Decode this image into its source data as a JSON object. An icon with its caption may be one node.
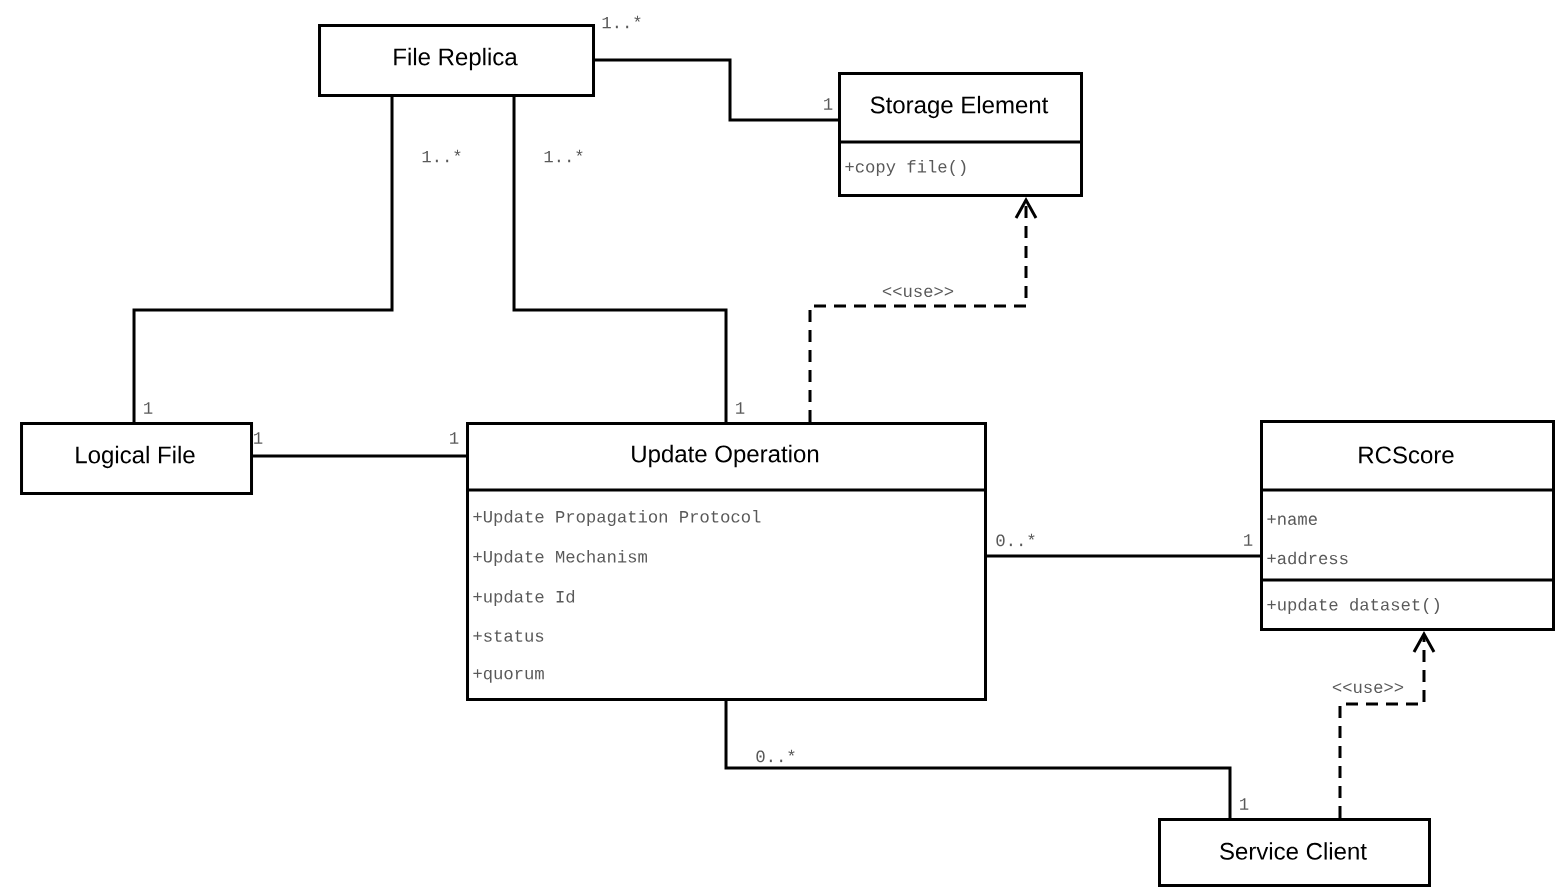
{
  "diagram": {
    "nodes": [
      {
        "text": [
          "File Replica"
        ]
      },
      {
        "text": [
          "Storage Element",
          "+copy file()"
        ]
      },
      {
        "text": [
          "Logical File"
        ]
      },
      {
        "text": [
          "Update Operation",
          "+Update Propagation Protocol",
          "+Update Mechanism",
          "+update Id",
          "+status",
          "+quorum"
        ]
      },
      {
        "text": [
          "RCScore",
          "+name",
          "+address",
          "+update dataset()"
        ]
      },
      {
        "text": [
          "Service Client"
        ]
      }
    ],
    "edges": [
      {
        "from": 0,
        "to": 1,
        "arrow": "none"
      },
      {
        "from": 0,
        "to": 2,
        "arrow": "none"
      },
      {
        "from": 0,
        "to": 3,
        "arrow": "none"
      },
      {
        "from": 2,
        "to": 3,
        "arrow": "none"
      },
      {
        "from": 3,
        "to": 1,
        "arrow": "to",
        "style": "dashed",
        "label": "<<use>>"
      },
      {
        "from": 3,
        "to": 4,
        "arrow": "none"
      },
      {
        "from": 3,
        "to": 5,
        "arrow": "none"
      },
      {
        "from": 5,
        "to": 4,
        "arrow": "to",
        "style": "dashed",
        "label": "<<use>>"
      }
    ],
    "labels": [
      "1..*",
      "1",
      "1..*",
      "1..*",
      "1",
      "1",
      "1",
      "1",
      "0..*",
      "1",
      "0..*",
      "1"
    ]
  }
}
